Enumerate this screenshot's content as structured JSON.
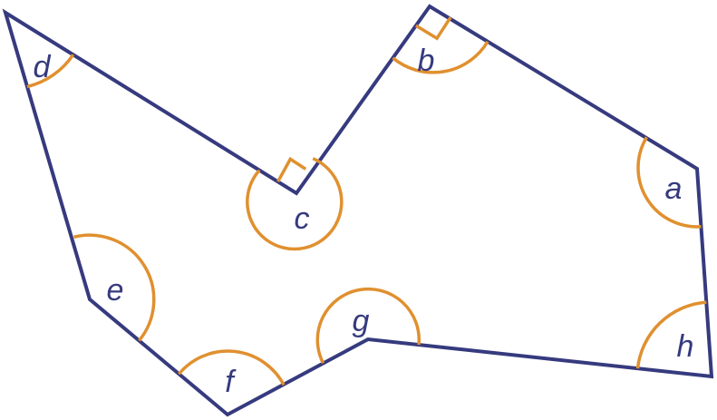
{
  "colors": {
    "polygon": "#363A7E",
    "arc": "#E0902F",
    "label": "#363A7E",
    "background": "#FFFFFF"
  },
  "angles": {
    "a": "a",
    "b": "b",
    "c": "c",
    "d": "d",
    "e": "e",
    "f": "f",
    "g": "g",
    "h": "h"
  }
}
